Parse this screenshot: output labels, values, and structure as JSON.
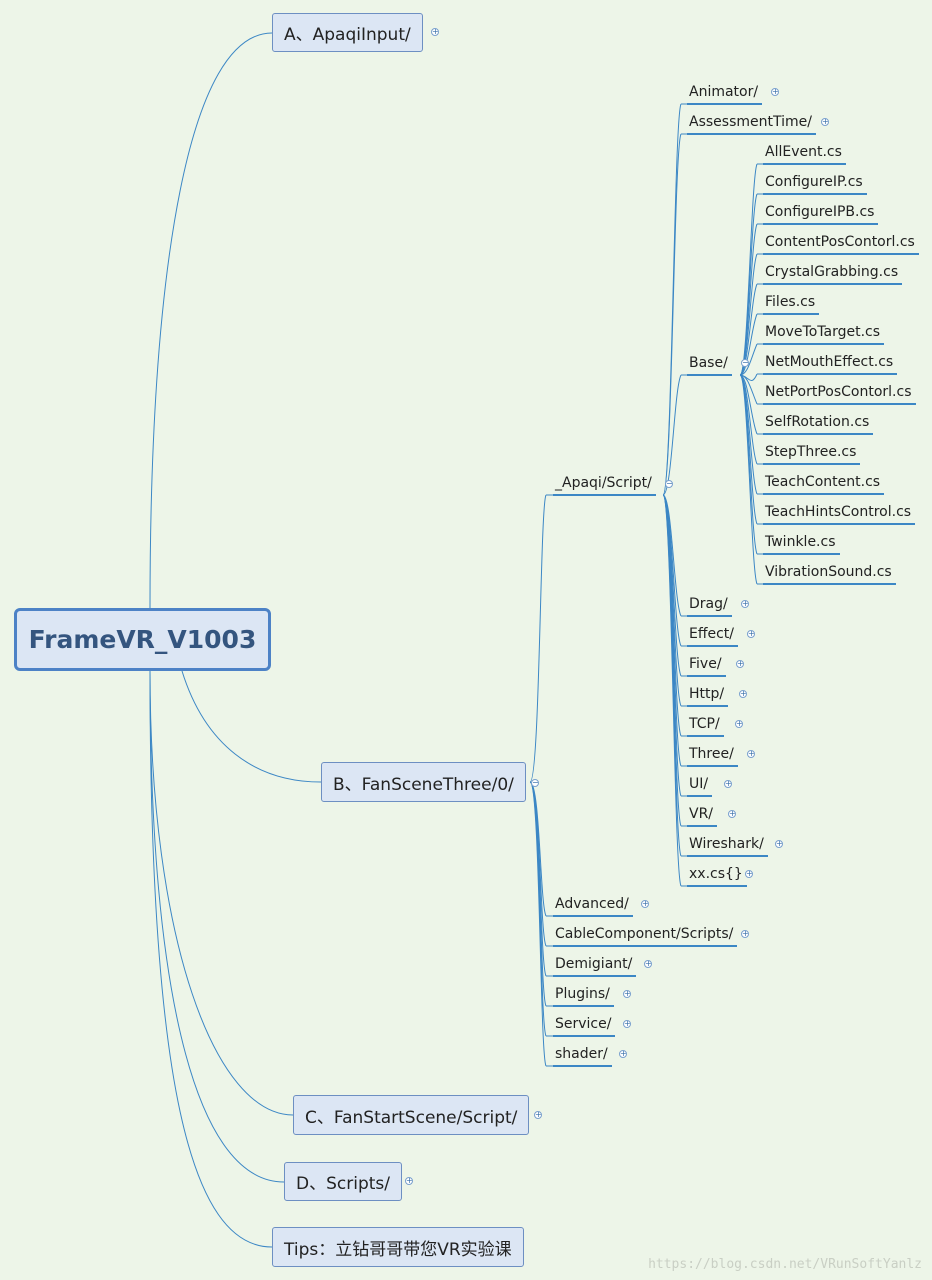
{
  "root": {
    "label": "FrameVR_V1003"
  },
  "branches": {
    "a": {
      "label": "A、ApaqiInput/"
    },
    "b": {
      "label": "B、FanSceneThree/0/"
    },
    "c": {
      "label": "C、FanStartScene/Script/"
    },
    "d": {
      "label": "D、Scripts/"
    },
    "tips": {
      "label": "Tips：立钻哥哥带您VR实验课"
    }
  },
  "b_children": {
    "apaqi_script": "_Apaqi/Script/",
    "advanced": "Advanced/",
    "cable": "CableComponent/Scripts/",
    "demigiant": "Demigiant/",
    "plugins": "Plugins/",
    "service": "Service/",
    "shader": "shader/"
  },
  "script_children": {
    "animator": "Animator/",
    "assessment": "AssessmentTime/",
    "base": "Base/",
    "drag": "Drag/",
    "effect": "Effect/",
    "five": "Five/",
    "http": "Http/",
    "tcp": "TCP/",
    "three": "Three/",
    "ui": "UI/",
    "vr": "VR/",
    "wireshark": "Wireshark/",
    "xxcs": "xx.cs{}"
  },
  "base_children": [
    "AllEvent.cs",
    "ConfigureIP.cs",
    "ConfigureIPB.cs",
    "ContentPosContorl.cs",
    "CrystalGrabbing.cs",
    "Files.cs",
    "MoveToTarget.cs",
    "NetMouthEffect.cs",
    "NetPortPosContorl.cs",
    "SelfRotation.cs",
    "StepThree.cs",
    "TeachContent.cs",
    "TeachHintsControl.cs",
    "Twinkle.cs",
    "VibrationSound.cs"
  ],
  "toggles": {
    "expand": "+",
    "collapse": "−"
  },
  "colors": {
    "background": "#edf5e8",
    "connector": "#3c87c5",
    "root_border": "#4d82c6",
    "node_fill": "#dce6f4"
  },
  "watermark": "https://blog.csdn.net/VRunSoftYanlz"
}
